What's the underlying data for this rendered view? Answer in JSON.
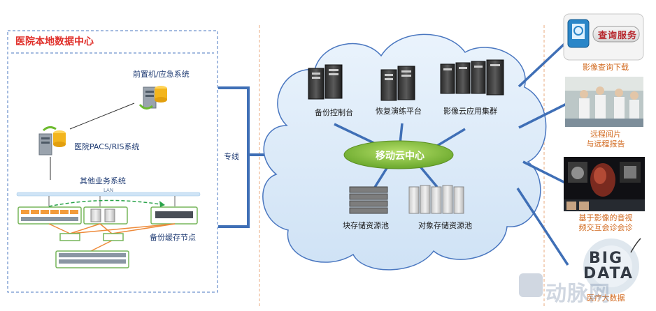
{
  "local_center": {
    "title": "医院本地数据中心",
    "frontend": "前置机/应急系统",
    "pacs": "医院PACS/RIS系统",
    "other": "其他业务系统",
    "lan": "LAN",
    "cache": "备份缓存节点"
  },
  "link": {
    "label": "专线"
  },
  "cloud": {
    "hub": "移动云中心",
    "backup": "备份控制台",
    "recovery": "恢复演练平台",
    "app_cluster": "影像云应用集群",
    "block": "块存储资源池",
    "object": "对象存储资源池"
  },
  "services": {
    "query_button": "查询服务",
    "items": [
      {
        "label": "影像查询下载"
      },
      {
        "label": "远程阅片\n与远程报告"
      },
      {
        "label": "基于影像的音视\n频交互会诊会诊"
      },
      {
        "label": "医疗大数据"
      }
    ],
    "bigdata_line1": "BIG",
    "bigdata_line2": "DATA"
  },
  "watermark": "动脉网",
  "colors": {
    "accent_blue": "#3f6fb6",
    "hub_green": "#8dc63f",
    "dashed_blue": "#4a77c0",
    "dashed_orange": "#f4a460",
    "orange_text": "#d2691e",
    "title_red": "#e0302b"
  }
}
